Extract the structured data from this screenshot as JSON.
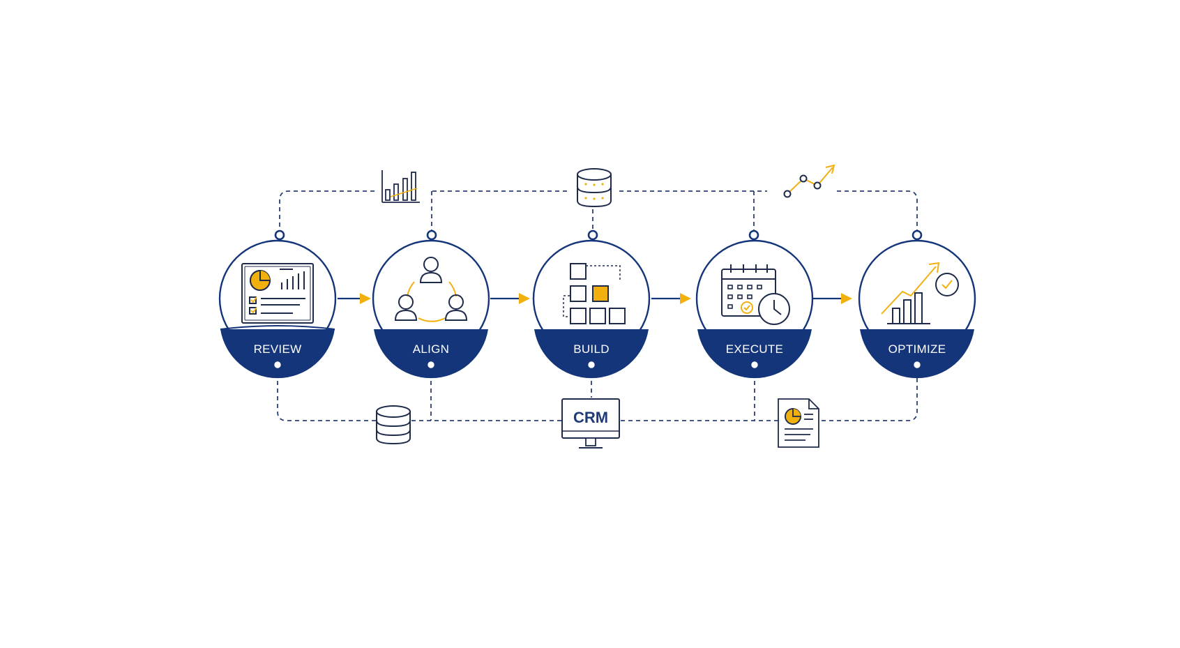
{
  "colors": {
    "navy": "#14357a",
    "gold": "#f2b00f",
    "ink": "#1e2a4a",
    "dash": "#2a3f72"
  },
  "stages": [
    {
      "label": "REVIEW",
      "icon": "dashboard-report-icon"
    },
    {
      "label": "ALIGN",
      "icon": "team-cycle-icon"
    },
    {
      "label": "BUILD",
      "icon": "building-blocks-icon"
    },
    {
      "label": "EXECUTE",
      "icon": "calendar-clock-icon"
    },
    {
      "label": "OPTIMIZE",
      "icon": "growth-chart-check-icon"
    }
  ],
  "integrations": {
    "top": [
      "bar-chart-icon",
      "database-icon",
      "trend-line-icon"
    ],
    "bottom": [
      "database-icon",
      "crm-monitor-icon",
      "pie-report-document-icon"
    ],
    "crm_label": "CRM"
  }
}
